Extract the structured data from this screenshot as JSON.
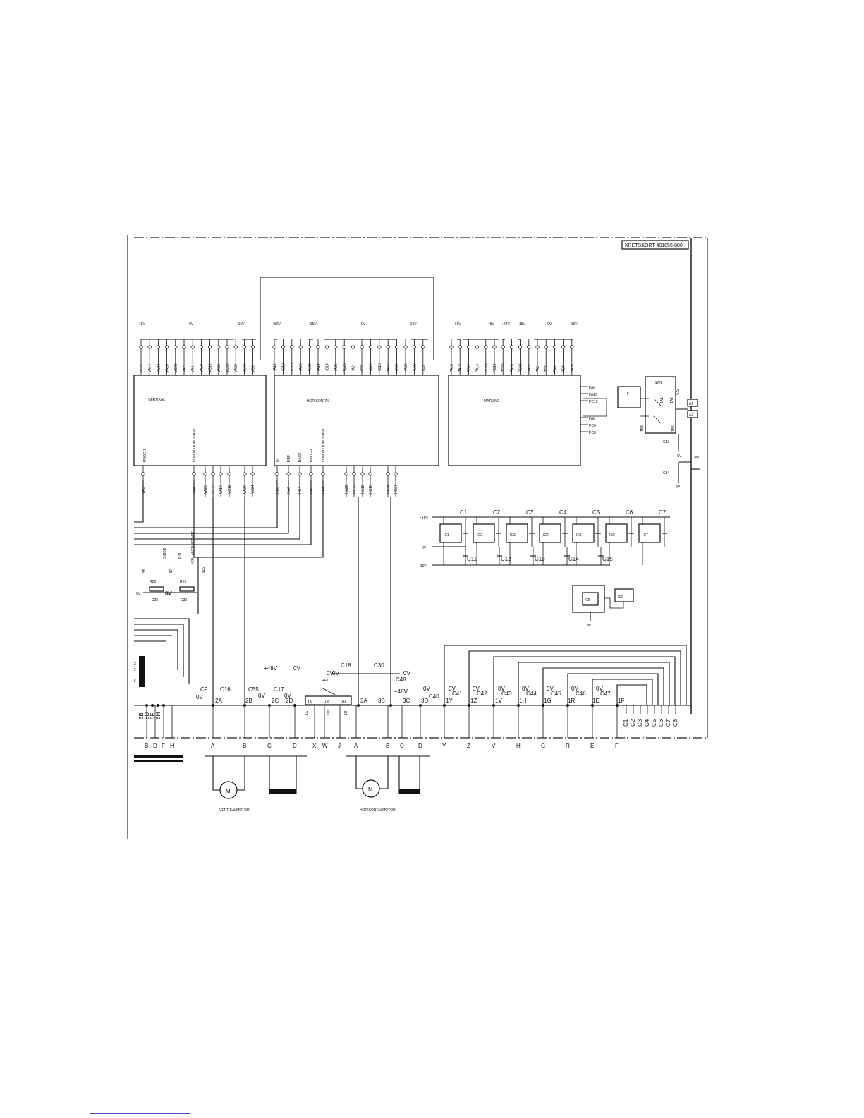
{
  "board_label": "KRETSKORT 481855-880",
  "modules": {
    "vertical": {
      "name": "VERTIKAL",
      "supplies": [
        "+15V",
        "0V",
        "-15V"
      ],
      "top_pins": [
        "VC26",
        "VA14",
        "VC14",
        "VA26",
        "VC28",
        "VA2",
        "VA4",
        "VA10",
        "VC10",
        "VA32",
        "VC32",
        "VA30",
        "VC30",
        "VC8"
      ],
      "bottom_tags": [
        "PROGR",
        "KOM.AUTOM.START"
      ],
      "bottom_pins": [
        "VA6",
        "VA4",
        "VA22",
        "VC22",
        "VA16",
        "VC16",
        "VA24",
        "VC24"
      ]
    },
    "horizontal": {
      "name": "HORISONTAL",
      "supplies": [
        "+60V",
        "+15V",
        "0V",
        "-15V"
      ],
      "top_pins": [
        "HA18",
        "HC18",
        "HC20",
        "HA20",
        "HC28",
        "HA14",
        "HC14",
        "HA26",
        "HC26",
        "HA2",
        "HC2",
        "HA10",
        "HC10",
        "HA32",
        "HC32",
        "HA30",
        "HC30",
        "HC8"
      ],
      "bottom_tags": [
        "UT",
        "REF",
        "BACK",
        "PROGR",
        "KOM.AUTOM.START"
      ],
      "bottom_pins": [
        "HC6",
        "HA6",
        "HC4",
        "HA5",
        "HA4",
        "HA22",
        "HC22",
        "HA16",
        "HC16",
        "HA24",
        "HC24"
      ]
    },
    "matning": {
      "name": "MATNING",
      "supplies": [
        "+60V",
        "+48V",
        "+24V",
        "+15V",
        "0V",
        "-15V"
      ],
      "top_pins": [
        "PA16",
        "PA12",
        "PC12",
        "PA14",
        "PC14",
        "PC18",
        "PC28",
        "PA28",
        "PC32",
        "PA32",
        "PA2",
        "PC2",
        "PA4",
        "PC4",
        "PA26"
      ],
      "side_pins": [
        "PA8",
        "PA10",
        "PC10",
        "PA6",
        "PC6",
        "PC8"
      ]
    }
  },
  "power_section": {
    "fuse": "F",
    "switch": "SW1",
    "caps": [
      "C52",
      "C53",
      "C54"
    ],
    "terminals": [
      "A1",
      "A2",
      "1A1",
      "1A2",
      "1B4",
      "1B5"
    ],
    "gnd": "GND",
    "zero": "0V"
  },
  "ic_row": {
    "supply_pos": "+15V",
    "zero": "0V",
    "supply_neg": "-15V",
    "ics": [
      "IC1",
      "IC2",
      "IC3",
      "IC4",
      "IC5",
      "IC6",
      "IC7"
    ],
    "caps_top": [
      "C1",
      "C2",
      "C3",
      "C4",
      "C5",
      "C6",
      "C7"
    ],
    "caps_bottom": [
      "C11",
      "C12",
      "C13",
      "C14",
      "C15"
    ]
  },
  "aux_ics": [
    "IC8",
    "IC9"
  ],
  "aux_zero": "0V",
  "left_parts": [
    "B8",
    "R28",
    "B7",
    "R29",
    "B15",
    "C38",
    "C39"
  ],
  "left_rot_labels": [
    "R11",
    "SIDDE",
    "KOM.AUTOMSTART"
  ],
  "left_zero": "0V",
  "relay": {
    "name": "RE1",
    "contacts": [
      "1X",
      "1W",
      "1U",
      "1X",
      "1W",
      "1U"
    ]
  },
  "bus_top_labels": [
    "C18",
    "C30",
    "C48",
    "0V",
    "0V",
    "+48V",
    "0V",
    "+48V"
  ],
  "bus_labels": [
    "6B",
    "6D",
    "6F",
    "6H",
    "C9",
    "C16",
    "2A",
    "C55",
    "2B",
    "C17",
    "2C",
    "2D",
    "3A",
    "3B",
    "3C",
    "3D",
    "C40",
    "1Y",
    "C41",
    "1Z",
    "C42",
    "1V",
    "C43",
    "1H",
    "C44",
    "1G",
    "C45",
    "1R",
    "C46",
    "1E",
    "C47",
    "1F",
    "0V",
    "0V",
    "0V",
    "0V",
    "0V",
    "0V",
    "0V",
    "0V",
    "0V",
    "0V",
    "0V",
    "0V",
    "0V"
  ],
  "c_column": [
    "C1",
    "C2",
    "C3",
    "C4",
    "C5",
    "C6",
    "C7",
    "C8"
  ],
  "terminal_row": [
    "B",
    "D",
    "F",
    "H",
    "A",
    "B",
    "C",
    "D",
    "X",
    "W",
    "J",
    "A",
    "B",
    "C",
    "D",
    "Y",
    "Z",
    "V",
    "H",
    "G",
    "R",
    "E",
    "F"
  ],
  "left_terminal_numbers": [
    "7",
    "3",
    "2",
    "1",
    "5"
  ],
  "motors": {
    "vertical_label": "VERTIKALMOTOR",
    "horizontal_label": "HORISONTALMOTOR",
    "symbol": "M"
  }
}
